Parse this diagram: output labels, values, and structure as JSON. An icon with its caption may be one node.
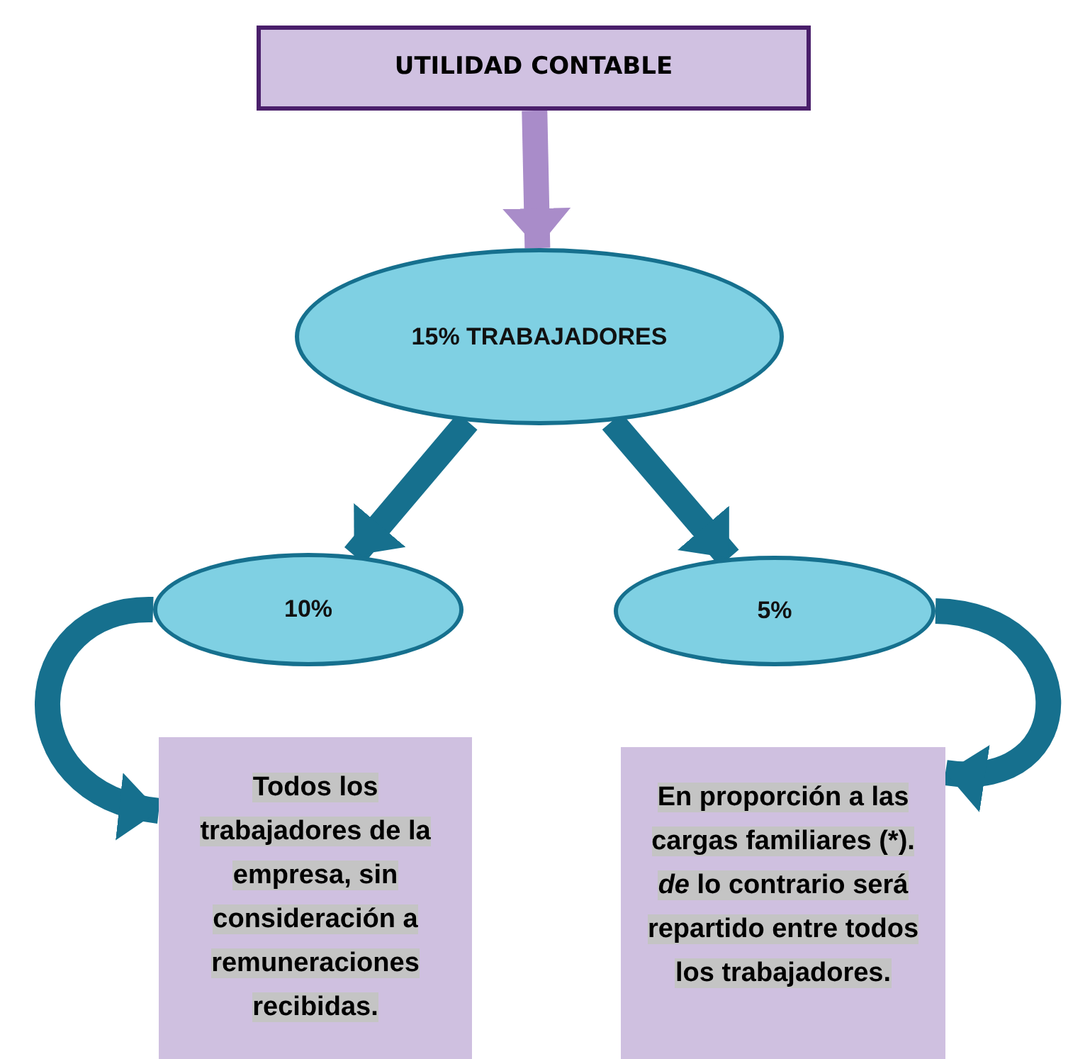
{
  "diagram": {
    "nodes": [
      {
        "text": [
          "UTILIDAD CONTABLE"
        ]
      },
      {
        "text": [
          "15% TRABAJADORES"
        ]
      },
      {
        "text": [
          "10%"
        ]
      },
      {
        "text": [
          "5%"
        ]
      },
      {
        "text": [
          "Todos los trabajadores de la empresa, sin consideración a remuneraciones recibidas."
        ]
      },
      {
        "text": [
          "En proporción a las cargas familiares (*). *de* lo contrario será repartido entre todos los trabajadores."
        ]
      }
    ],
    "edges": [
      {
        "from": 0,
        "to": 1,
        "arrow": "to",
        "color": "#a98cc9"
      },
      {
        "from": 1,
        "to": 2,
        "arrow": "to"
      },
      {
        "from": 1,
        "to": 3,
        "arrow": "to"
      },
      {
        "from": 2,
        "to": 4,
        "arrow": "to"
      },
      {
        "from": 3,
        "to": 5,
        "arrow": "to"
      }
    ]
  }
}
